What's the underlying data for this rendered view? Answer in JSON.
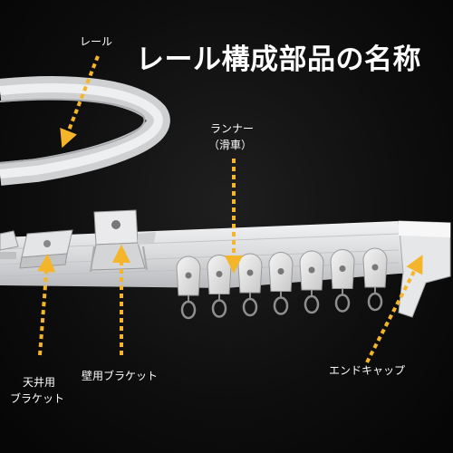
{
  "title": "レール構成部品の名称",
  "labels": {
    "rail": "レール",
    "runner_line1": "ランナー",
    "runner_line2": "（滑車）",
    "ceiling_line1": "天井用",
    "ceiling_line2": "ブラケット",
    "wall_bracket": "壁用ブラケット",
    "end_cap": "エンドキャップ"
  },
  "colors": {
    "arrow": "#f5b52a",
    "text": "#ffffff",
    "rail": "#e3e4e6",
    "background": "#0e0e0e"
  }
}
